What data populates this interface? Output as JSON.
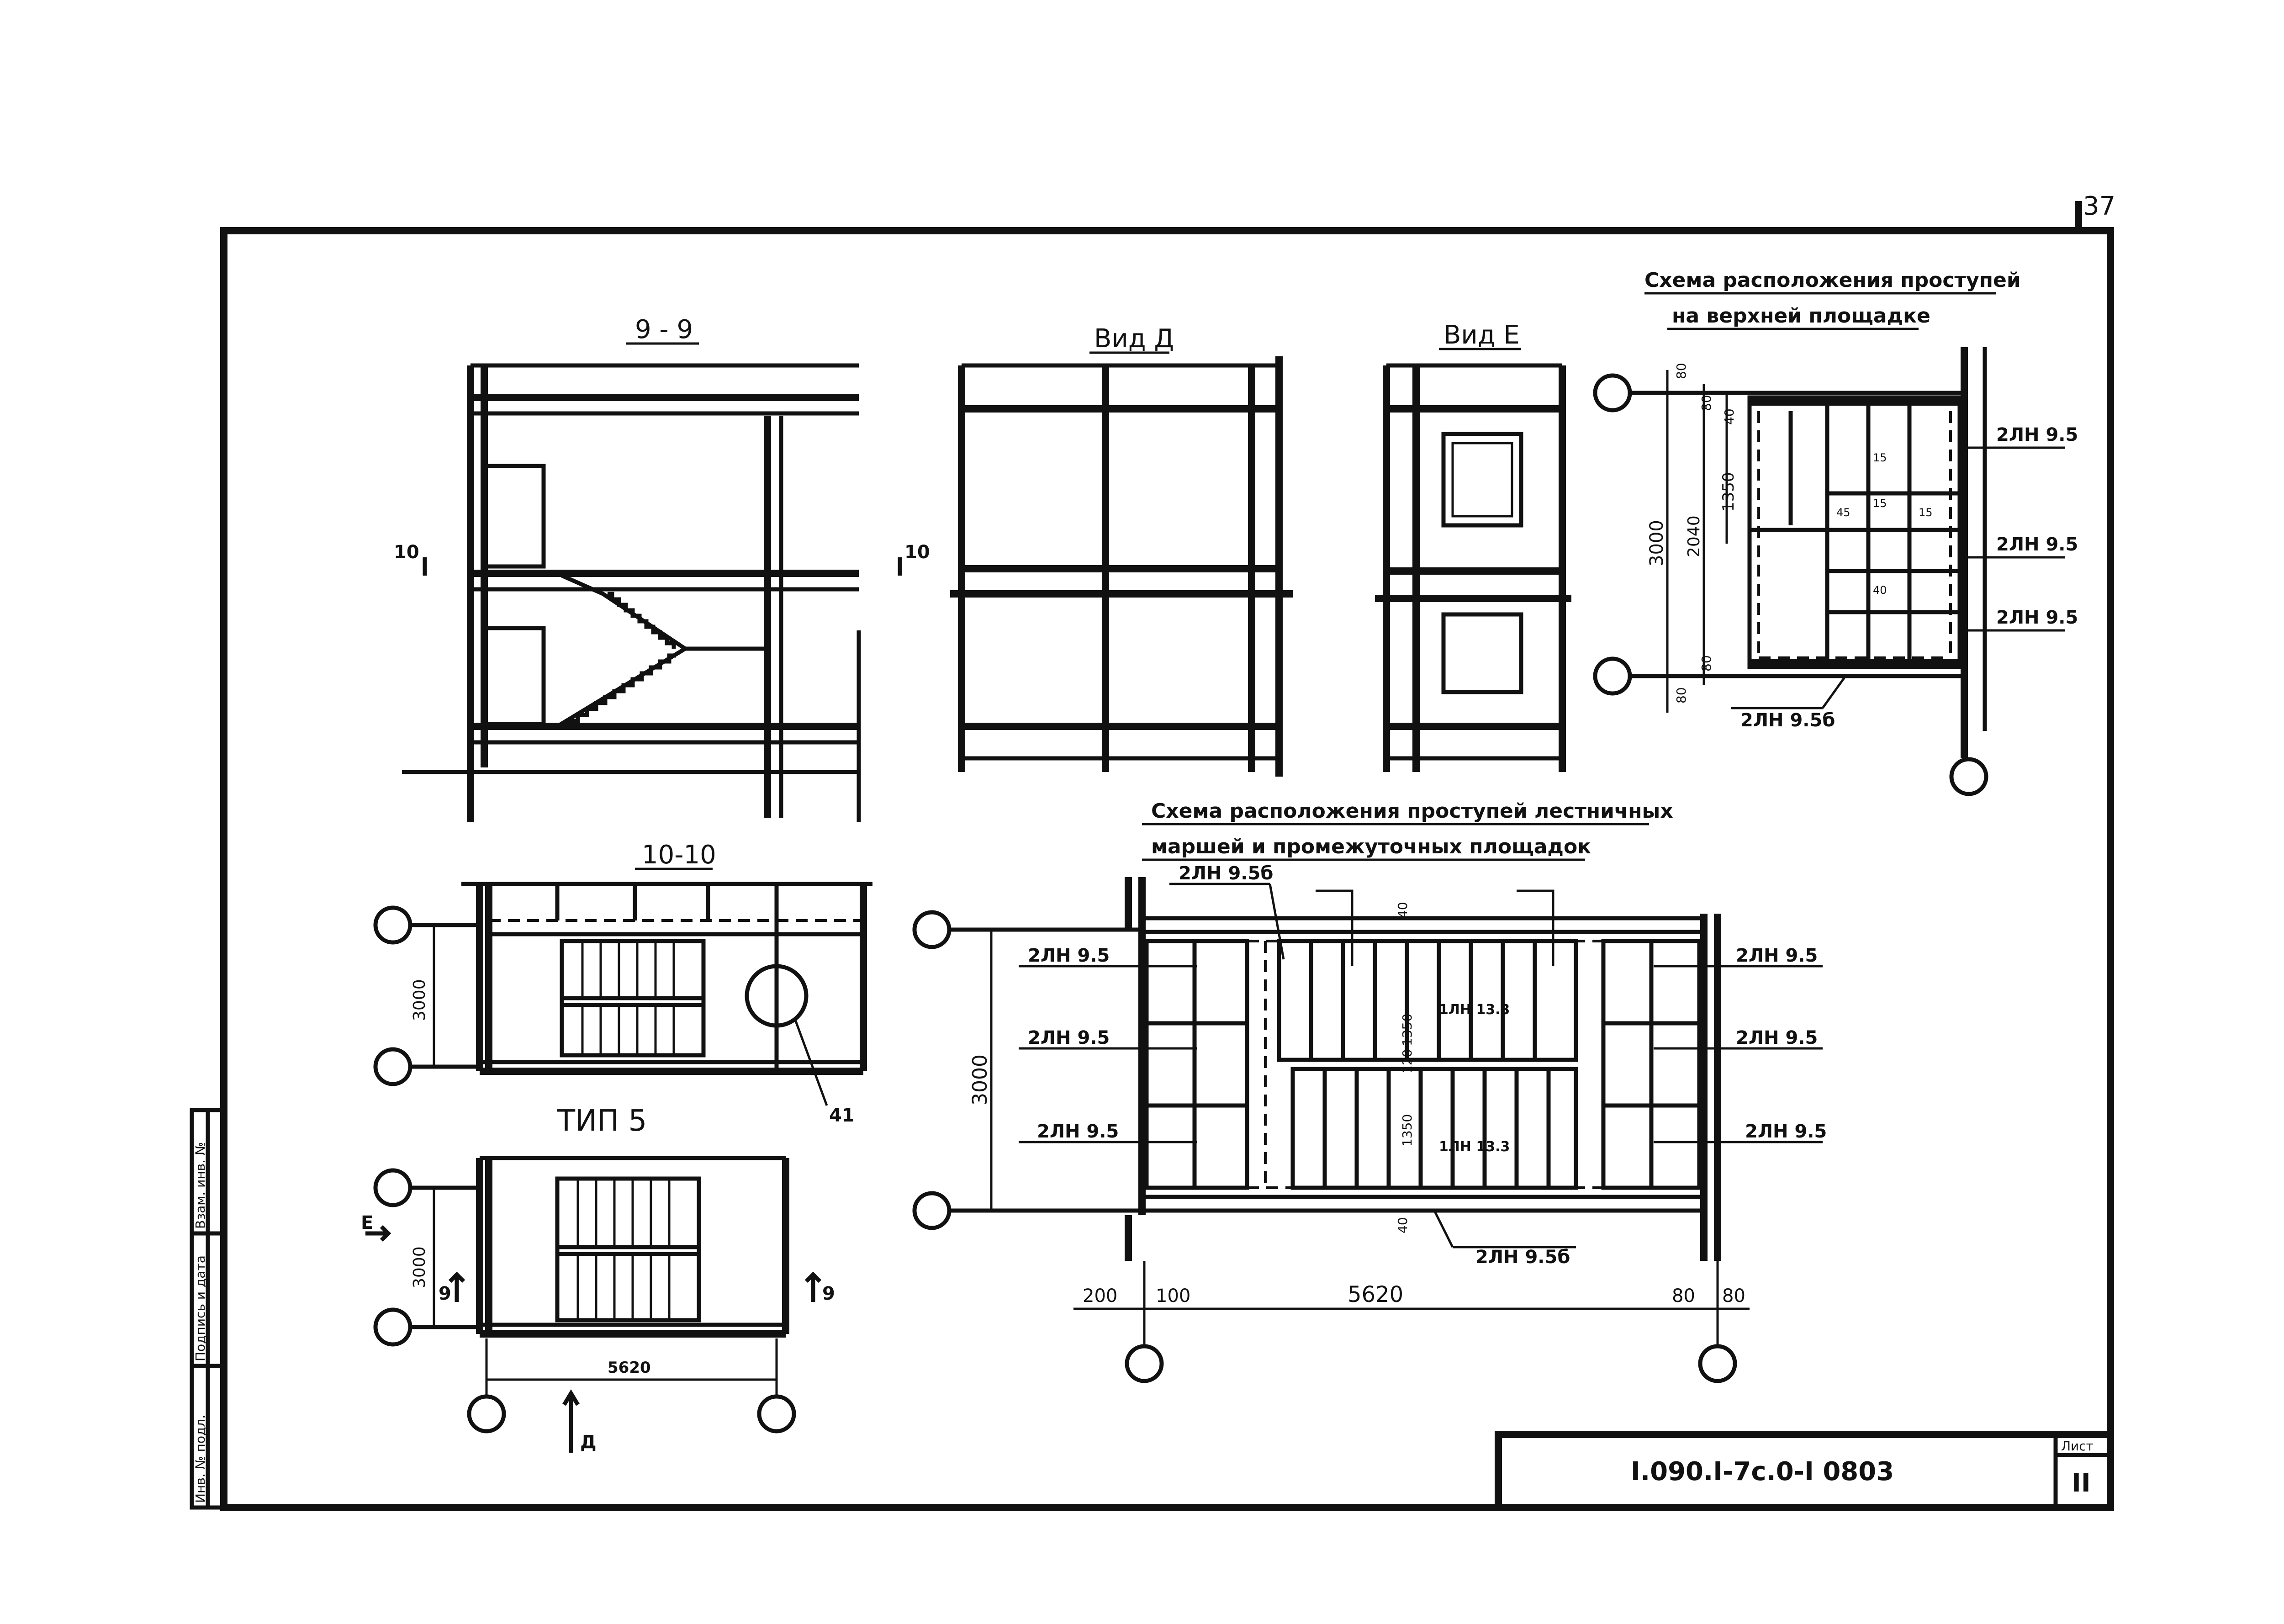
{
  "sheet": {
    "page_number": "37",
    "document_code": "I.090.I-7c.0-I 0803",
    "sheet_label": "Лист",
    "sheet_number": "II"
  },
  "sidebar": {
    "inv_podl": "Инв. № подл.",
    "podpis": "Подпись и дата",
    "vzam_inv": "Взам. инв. №"
  },
  "section99": {
    "title": "9 - 9",
    "cut_left": "10",
    "cut_right": "10"
  },
  "vidD": {
    "title": "Вид Д"
  },
  "vidE": {
    "title": "Вид Е"
  },
  "upper": {
    "title_line1": "Схема расположения проступей",
    "title_line2": "на верхней площадке",
    "dim_80a": "80",
    "dim_80b": "80",
    "dim_40": "40",
    "dim_1350": "1350",
    "dim_3000": "3000",
    "dim_2040": "2040",
    "dim_80c": "80",
    "dim_80d": "80",
    "dim_15a": "15",
    "dim_15b": "15",
    "dim_45": "45",
    "dim_15c": "15",
    "dim_40b": "40",
    "callout_1": "2ЛН 9.5",
    "callout_2": "2ЛН 9.5",
    "callout_3": "2ЛН 9.5",
    "callout_4": "2ЛН 9.5б"
  },
  "section1010": {
    "title": "10-10",
    "dim_3000": "3000",
    "node": "41"
  },
  "tip5": {
    "title": "ТИП 5",
    "dim_3000": "3000",
    "dim_span": "5620",
    "mark_e": "Е",
    "mark_d": "Д",
    "cut_left": "9",
    "cut_right": "9"
  },
  "flights": {
    "title_line1": "Схема расположения проступей лестничных",
    "title_line2": "маршей и промежуточных площадок",
    "callout_top": "2ЛН 9.5б",
    "callout_left_1": "2ЛН 9.5",
    "callout_left_2": "2ЛН 9.5",
    "callout_left_3": "2ЛН 9.5",
    "callout_right_1": "2ЛН 9.5",
    "callout_right_2": "2ЛН 9.5",
    "callout_right_3": "2ЛН 9.5",
    "callout_bottom": "2ЛН 9.5б",
    "mark_center_1": "1ЛН 13.3",
    "mark_center_2": "1ЛН 13.3",
    "dim_1350a": "1350",
    "dim_120": "120",
    "dim_1350b": "1350",
    "dim_40a": "40",
    "dim_40b": "40",
    "dim_3000": "3000",
    "dim_200": "200",
    "dim_100": "100",
    "dim_5620": "5620",
    "dim_80a": "80",
    "dim_80b": "80"
  }
}
